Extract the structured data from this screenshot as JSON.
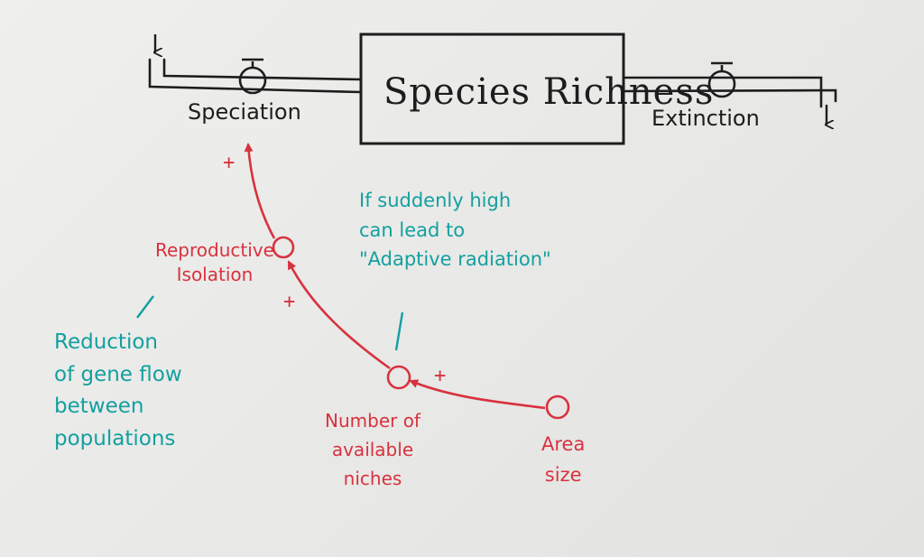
{
  "stock": {
    "label": "Species Richness"
  },
  "flows": {
    "inflow_label": "Speciation",
    "outflow_label": "Extinction"
  },
  "variables": {
    "reproductive_isolation": [
      "Reproductive",
      "Isolation"
    ],
    "available_niches": [
      "Number of",
      "available",
      "niches"
    ],
    "area_size": [
      "Area",
      "size"
    ]
  },
  "links": {
    "polarity_speciation": "+",
    "polarity_reproductive_isolation": "+",
    "polarity_available_niches": "+"
  },
  "notes": {
    "adaptive_radiation": [
      "If suddenly high",
      "can lead to",
      "\"Adaptive radiation\""
    ],
    "gene_flow": [
      "Reduction",
      "of gene flow",
      "between",
      "populations"
    ]
  },
  "colors": {
    "ink_black": "#1d1d1d",
    "ink_red": "#d8323f",
    "ink_teal": "#13a0a0"
  }
}
